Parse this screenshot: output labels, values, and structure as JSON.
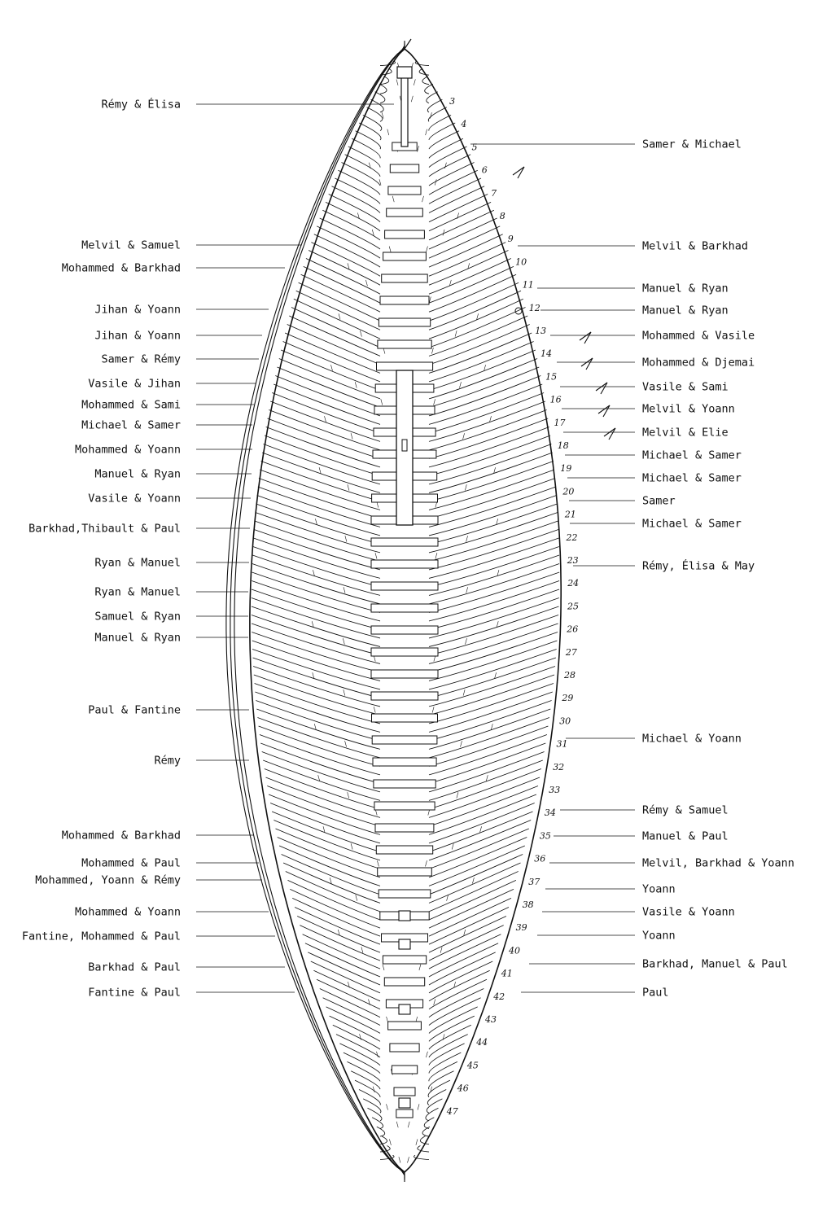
{
  "diagram": {
    "left_labels": [
      {
        "text": "Rémy & Élisa"
      },
      {
        "text": "Melvil & Samuel"
      },
      {
        "text": "Mohammed & Barkhad"
      },
      {
        "text": "Jihan & Yoann"
      },
      {
        "text": "Jihan & Yoann"
      },
      {
        "text": "Samer & Rémy"
      },
      {
        "text": "Vasile & Jihan"
      },
      {
        "text": "Mohammed & Sami"
      },
      {
        "text": "Michael & Samer"
      },
      {
        "text": "Mohammed & Yoann"
      },
      {
        "text": "Manuel & Ryan"
      },
      {
        "text": "Vasile & Yoann"
      },
      {
        "text": "Barkhad,Thibault & Paul"
      },
      {
        "text": "Ryan & Manuel"
      },
      {
        "text": "Ryan & Manuel"
      },
      {
        "text": "Samuel & Ryan"
      },
      {
        "text": "Manuel & Ryan"
      },
      {
        "text": "Paul & Fantine"
      },
      {
        "text": "Rémy"
      },
      {
        "text": "Mohammed & Barkhad"
      },
      {
        "text": "Mohammed & Paul"
      },
      {
        "text": "Mohammed, Yoann & Rémy"
      },
      {
        "text": "Mohammed & Yoann"
      },
      {
        "text": "Fantine, Mohammed & Paul"
      },
      {
        "text": "Barkhad & Paul"
      },
      {
        "text": "Fantine & Paul"
      }
    ],
    "right_labels": [
      {
        "text": "Samer & Michael"
      },
      {
        "text": "Melvil & Barkhad"
      },
      {
        "text": "Manuel & Ryan"
      },
      {
        "text": "Manuel & Ryan"
      },
      {
        "text": "Mohammed & Vasile"
      },
      {
        "text": "Mohammed & Djemai"
      },
      {
        "text": "Vasile & Sami"
      },
      {
        "text": "Melvil & Yoann"
      },
      {
        "text": "Melvil & Elie"
      },
      {
        "text": "Michael & Samer"
      },
      {
        "text": "Michael & Samer"
      },
      {
        "text": "Samer"
      },
      {
        "text": "Michael & Samer"
      },
      {
        "text": "Rémy, Élisa & May"
      },
      {
        "text": "Michael & Yoann"
      },
      {
        "text": "Rémy & Samuel"
      },
      {
        "text": "Manuel & Paul"
      },
      {
        "text": "Melvil, Barkhad & Yoann"
      },
      {
        "text": "Yoann"
      },
      {
        "text": "Vasile & Yoann"
      },
      {
        "text": "Yoann"
      },
      {
        "text": "Barkhad, Manuel & Paul"
      },
      {
        "text": "Paul"
      }
    ],
    "frame_numbers": [
      "3",
      "4",
      "5",
      "6",
      "7",
      "8",
      "9",
      "10",
      "11",
      "12",
      "13",
      "14",
      "15",
      "16",
      "17",
      "18",
      "19",
      "20",
      "21",
      "22",
      "23",
      "24",
      "25",
      "26",
      "27",
      "28",
      "29",
      "30",
      "31",
      "32",
      "33",
      "34",
      "35",
      "36",
      "37",
      "38",
      "39",
      "40",
      "41",
      "42",
      "43",
      "44",
      "45",
      "46",
      "47"
    ]
  }
}
